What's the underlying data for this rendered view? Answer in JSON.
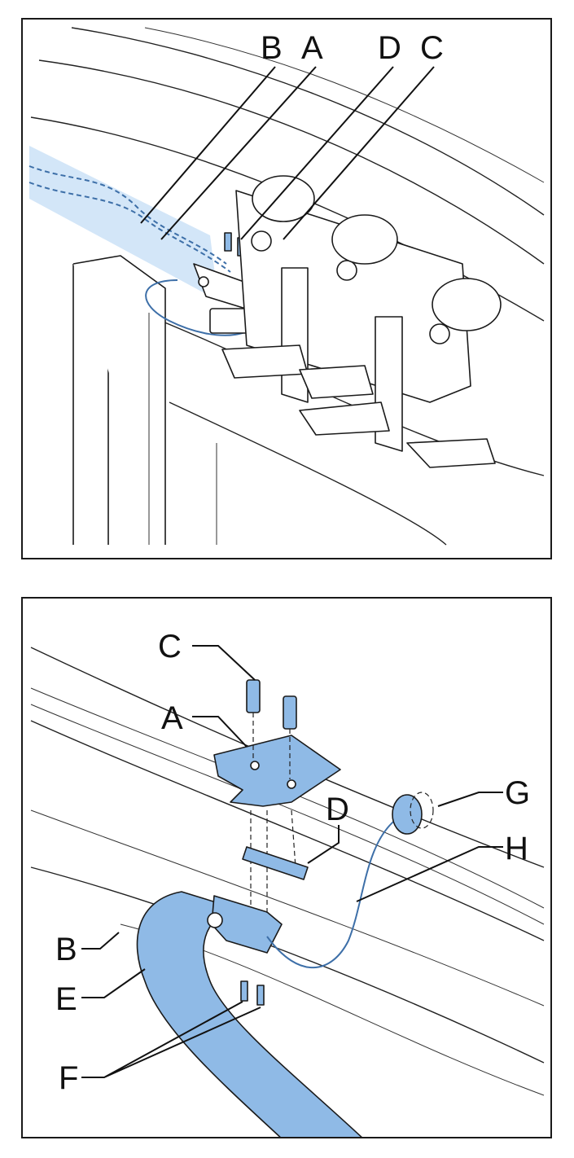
{
  "top_panel": {
    "labels": {
      "b": "B",
      "a": "A",
      "d": "D",
      "c": "C"
    }
  },
  "bottom_panel": {
    "labels": {
      "c": "C",
      "a": "A",
      "d": "D",
      "g": "G",
      "h": "H",
      "b": "B",
      "e": "E",
      "f": "F"
    }
  },
  "colors": {
    "accent_blue": "#8fbae6",
    "light_blue": "#d3e6f8",
    "line": "#1a1a1a"
  }
}
